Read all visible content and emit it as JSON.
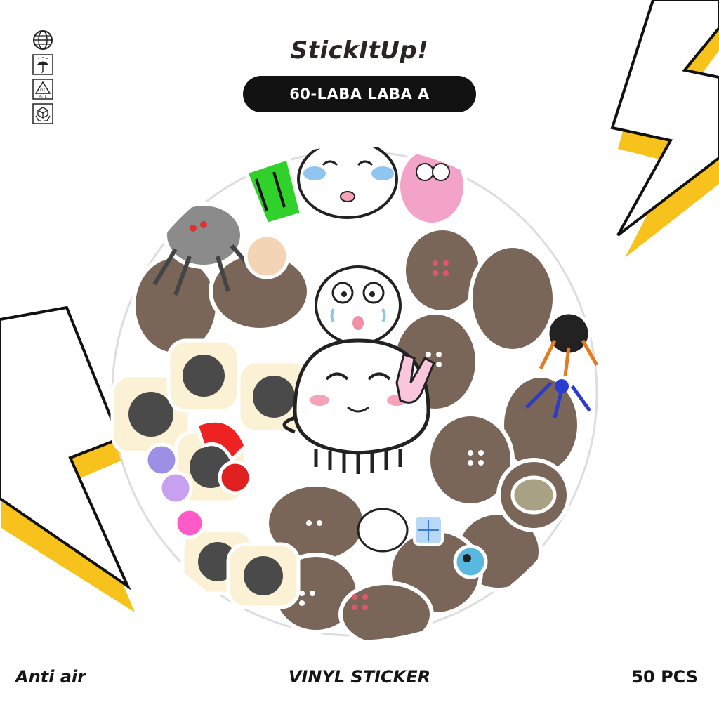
{
  "brand": {
    "name": "StickItUp!"
  },
  "product": {
    "code_label": "60-LABA LABA A"
  },
  "footer": {
    "left": "Anti air",
    "center": "VINYL STICKER",
    "right": "50 PCS"
  },
  "side_icons": [
    "globe-icon",
    "umbrella-rain-icon",
    "recycle-pete-icon",
    "package-hands-icon"
  ],
  "recycle_label": {
    "number": "01",
    "material": "PETE"
  },
  "colors": {
    "accent_yellow": "#F7C21B",
    "pill_bg": "#121212",
    "sticker_brown": "#7A6658",
    "text_dark": "#2a2523"
  }
}
